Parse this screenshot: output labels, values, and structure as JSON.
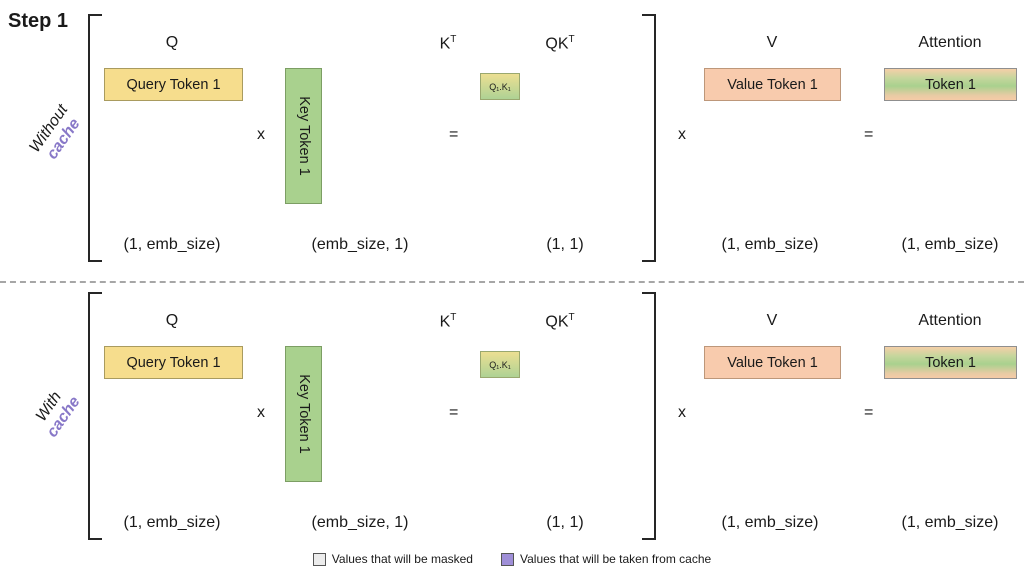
{
  "title": "Step 1",
  "rows": [
    {
      "label_line1": "Without",
      "label_line2": "cache",
      "headers": {
        "q": "Q",
        "k_base": "K",
        "k_sup": "T",
        "qk_base": "QK",
        "qk_sup": "T",
        "v": "V",
        "attention": "Attention"
      },
      "boxes": {
        "query": "Query Token 1",
        "key": "Key Token 1",
        "qk": "Q₁.K₁",
        "value": "Value Token 1",
        "attention": "Token 1"
      },
      "operators": {
        "multiply1": "x",
        "equals1": "=",
        "multiply2": "x",
        "equals2": "="
      },
      "dims": {
        "q": "(1, emb_size)",
        "k": "(emb_size, 1)",
        "qk": "(1, 1)",
        "v": "(1, emb_size)",
        "attention": "(1, emb_size)"
      }
    },
    {
      "label_line1": "With",
      "label_line2": "cache",
      "headers": {
        "q": "Q",
        "k_base": "K",
        "k_sup": "T",
        "qk_base": "QK",
        "qk_sup": "T",
        "v": "V",
        "attention": "Attention"
      },
      "boxes": {
        "query": "Query Token 1",
        "key": "Key Token 1",
        "qk": "Q₁.K₁",
        "value": "Value Token 1",
        "attention": "Token 1"
      },
      "operators": {
        "multiply1": "x",
        "equals1": "=",
        "multiply2": "x",
        "equals2": "="
      },
      "dims": {
        "q": "(1, emb_size)",
        "k": "(emb_size, 1)",
        "qk": "(1, 1)",
        "v": "(1, emb_size)",
        "attention": "(1, emb_size)"
      }
    }
  ],
  "legend": {
    "masked": {
      "label": "Values that will be masked",
      "color": "#ececec"
    },
    "cache": {
      "label": "Values that will be taken from cache",
      "color": "#9f8fd8"
    }
  },
  "colors": {
    "query_box": "#f6dd8d",
    "key_box": "#a9d18e",
    "value_box": "#f8cbad",
    "attention_gradient_top": "#f5cfa8",
    "attention_gradient_mid": "#a9d18e",
    "qk_gradient_top": "#ecdf92",
    "qk_gradient_bottom": "#aed294",
    "cache_text": "#8878c8",
    "bracket": "#262626",
    "divider": "#a6a6a6"
  }
}
